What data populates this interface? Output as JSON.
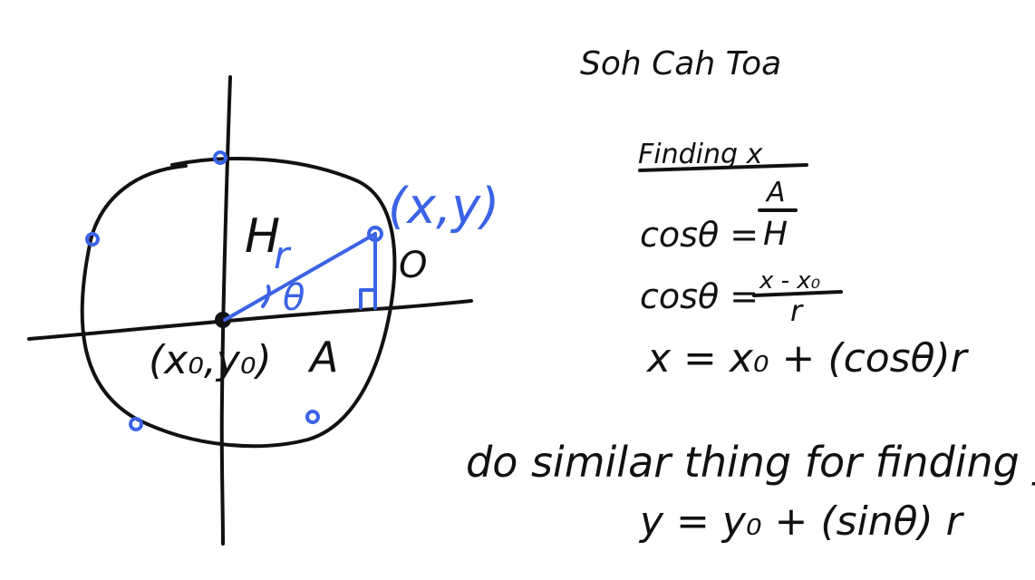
{
  "colors": {
    "ink": "#111111",
    "accent": "#3b63e6",
    "background": "#ffffff"
  },
  "diagram": {
    "center_label": "(x₀,y₀)",
    "point_label": "(x,y)",
    "hypotenuse_label": "H",
    "radius_label": "r",
    "angle_label": "θ",
    "opposite_label": "O",
    "adjacent_label": "A"
  },
  "notes": {
    "mnemonic": "Soh Cah Toa",
    "heading": "Finding x",
    "eq1_left": "cosθ =",
    "eq1_num": "A",
    "eq1_den": "H",
    "eq2_left": "cosθ =",
    "eq2_num": "x - x₀",
    "eq2_den": "r",
    "eq3": "x  =  x₀ + (cosθ)r",
    "similar": "do similar thing for finding y",
    "eq4": "y = y₀ + (sinθ) r"
  }
}
